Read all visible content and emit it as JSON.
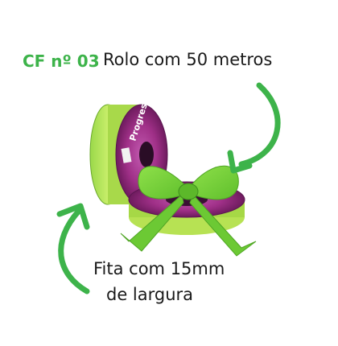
{
  "product_code": "CF nº 03",
  "caption_roll": "Rolo com 50 metros",
  "caption_width_line1": "Fita com 15mm",
  "caption_width_line2": "de largura",
  "brand_label": "Progresso",
  "colors": {
    "accent_green": "#3db34a",
    "ribbon_green": "#7dd13a",
    "spool_magenta": "#9c2b86",
    "text": "#1a1a1a"
  },
  "icons": [
    "curved-arrow-down-left",
    "curved-arrow-up"
  ]
}
